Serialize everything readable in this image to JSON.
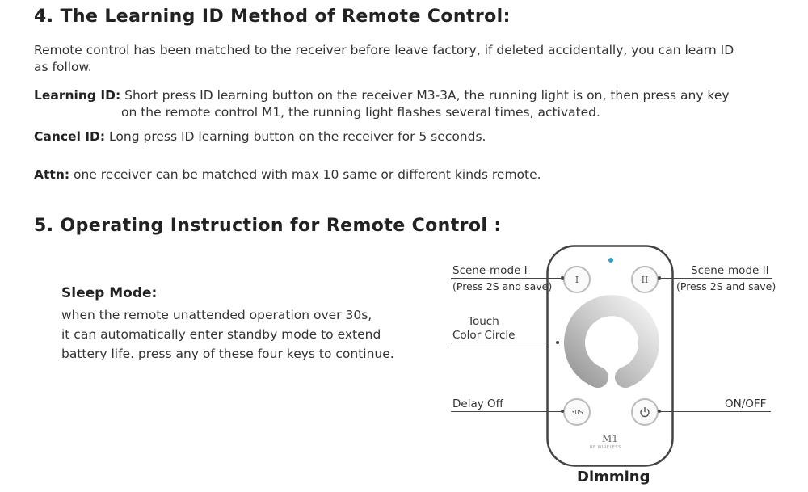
{
  "section4": {
    "title": "4. The Learning ID Method of Remote Control:",
    "intro_line1": "Remote control has been matched to the receiver before leave factory, if deleted accidentally,  you can learn ID",
    "intro_line2": "as follow.",
    "learning_label": "Learning ID:",
    "learning_line1": " Short press ID learning button on the receiver M3-3A, the running light is on, then press any key",
    "learning_line2": "on the remote control M1,  the running light flashes several times, activated.",
    "cancel_label": "Cancel ID:",
    "cancel_text": " Long press ID learning button on the receiver for 5 seconds.",
    "attn_label": "Attn:",
    "attn_text": " one receiver can be matched with max 10 same or different kinds remote."
  },
  "section5": {
    "title": "5. Operating Instruction for Remote Control :",
    "sleep_title": "Sleep Mode:",
    "sleep_line1": "when the remote unattended operation over 30s,",
    "sleep_line2": "it can automatically enter standby mode to extend",
    "sleep_line3": "battery life. press any of these four keys to continue."
  },
  "remote": {
    "scene1_label": "Scene-mode I",
    "scene1_sub": "(Press 2S and save)",
    "scene2_label": "Scene-mode II",
    "scene2_sub": "(Press 2S and save)",
    "touch_label1": "Touch",
    "touch_label2": "Color Circle",
    "delay_label": "Delay Off",
    "onoff_label": "ON/OFF",
    "button1_text": "I",
    "button2_text": "II",
    "button3_text": "30S",
    "model": "M1",
    "model_sub": "RF WIRELESS",
    "caption": "Dimming"
  }
}
